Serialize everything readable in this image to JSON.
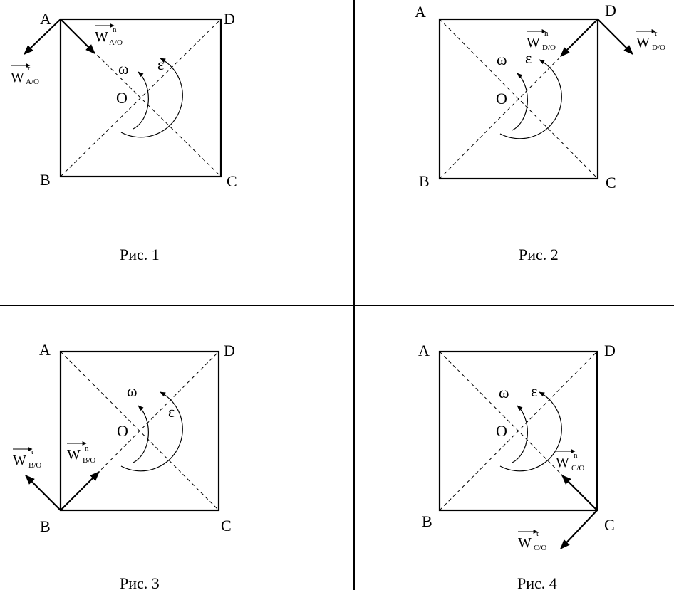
{
  "panels": [
    {
      "caption": "Рис. 1",
      "vertices": {
        "A": "A",
        "B": "B",
        "C": "C",
        "D": "D"
      },
      "center": "O",
      "omega": "ω",
      "epsilon": "ε",
      "vectors": [
        {
          "letter": "W",
          "sub": "A/O",
          "sup": "τ"
        },
        {
          "letter": "W",
          "sub": "A/O",
          "sup": "n"
        }
      ]
    },
    {
      "caption": "Рис. 2",
      "vertices": {
        "A": "A",
        "B": "B",
        "C": "C",
        "D": "D"
      },
      "center": "O",
      "omega": "ω",
      "epsilon": "ε",
      "vectors": [
        {
          "letter": "W",
          "sub": "D/O",
          "sup": "n"
        },
        {
          "letter": "W",
          "sub": "D/O",
          "sup": "τ"
        }
      ]
    },
    {
      "caption": "Рис. 3",
      "vertices": {
        "A": "A",
        "B": "B",
        "C": "C",
        "D": "D"
      },
      "center": "O",
      "omega": "ω",
      "epsilon": "ε",
      "vectors": [
        {
          "letter": "W",
          "sub": "B/O",
          "sup": "τ"
        },
        {
          "letter": "W",
          "sub": "B/O",
          "sup": "n"
        }
      ]
    },
    {
      "caption": "Рис. 4",
      "vertices": {
        "A": "A",
        "B": "B",
        "C": "C",
        "D": "D"
      },
      "center": "O",
      "omega": "ω",
      "epsilon": "ε",
      "vectors": [
        {
          "letter": "W",
          "sub": "C/O",
          "sup": "n"
        },
        {
          "letter": "W",
          "sub": "C/O",
          "sup": "τ"
        }
      ]
    }
  ]
}
